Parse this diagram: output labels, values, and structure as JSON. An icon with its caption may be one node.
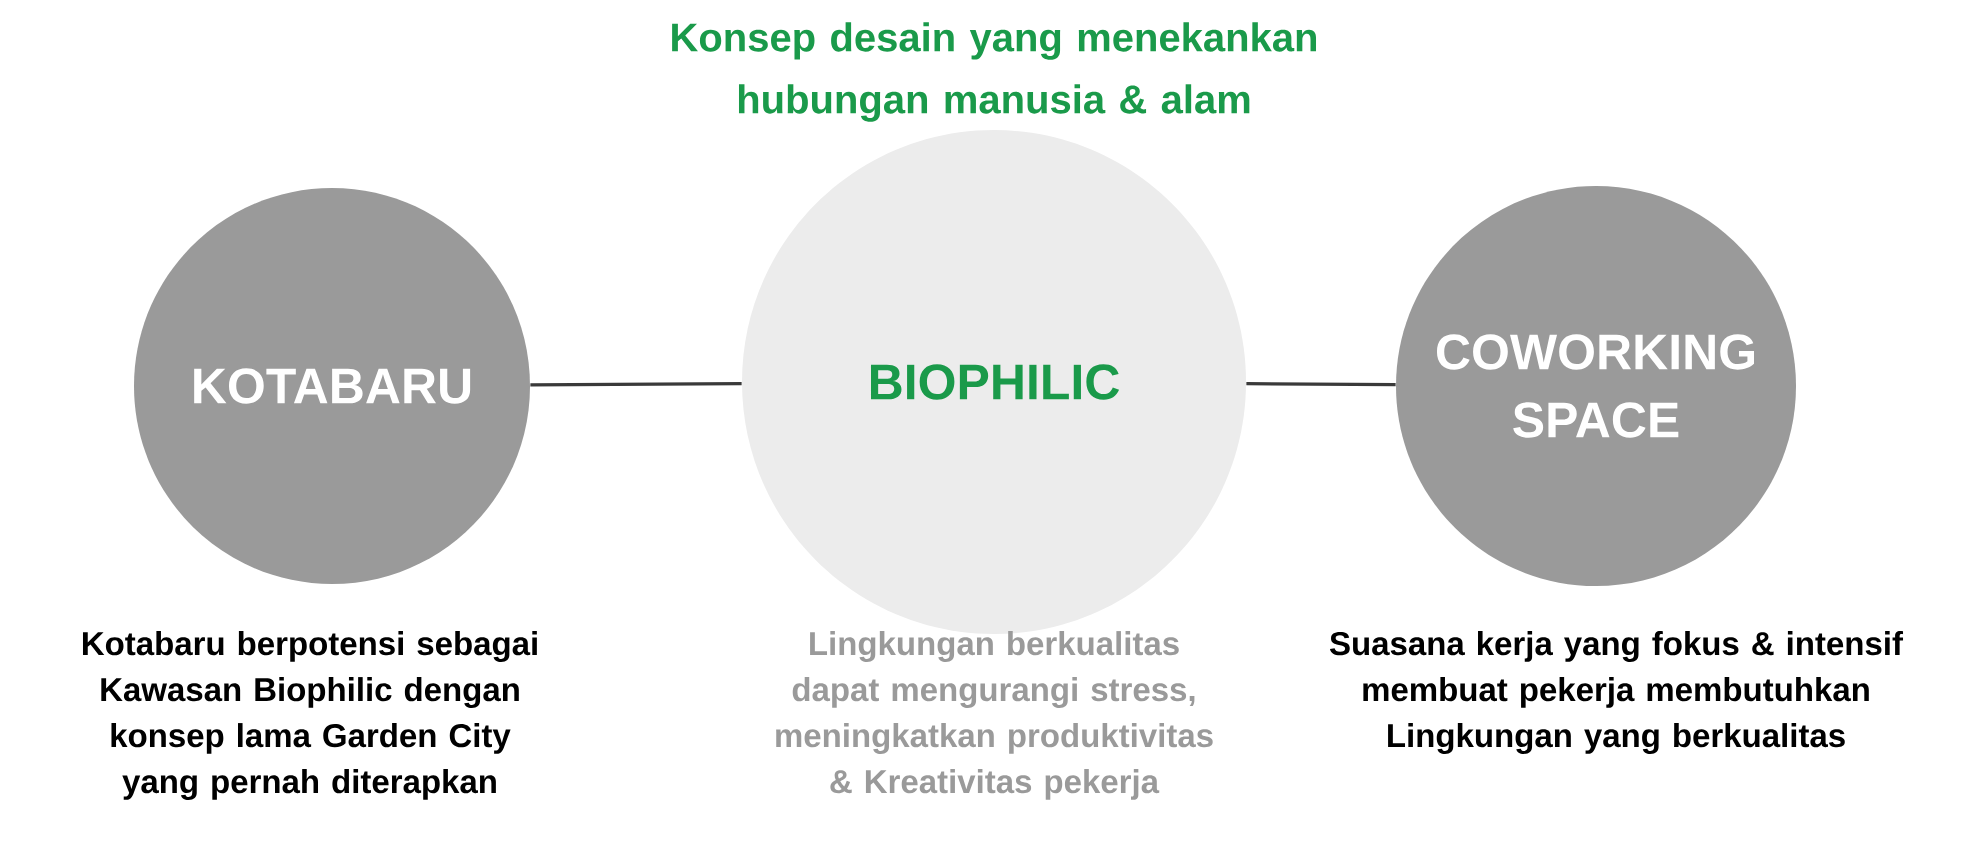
{
  "diagram": {
    "title": "Konsep desain yang menekankan hubungan manusia & alam",
    "nodes": [
      {
        "text": [
          "KOTABARU"
        ],
        "beside": [
          "Kotabaru berpotensi sebagai Kawasan Biophilic dengan konsep lama Garden City yang pernah diterapkan"
        ]
      },
      {
        "text": [
          "BIOPHILIC"
        ],
        "beside": [
          "Lingkungan berkualitas dapat mengurangi stress, meningkatkan produktivitas & Kreativitas pekerja"
        ]
      },
      {
        "text": [
          "COWORKING SPACE"
        ],
        "beside": [
          "Suasana kerja yang fokus & intensif membuat pekerja membutuhkan Lingkungan yang berkualitas"
        ]
      }
    ],
    "edges": [
      {
        "from": 0,
        "to": 1,
        "arrow": "none"
      },
      {
        "from": 1,
        "to": 2,
        "arrow": "none"
      }
    ]
  }
}
